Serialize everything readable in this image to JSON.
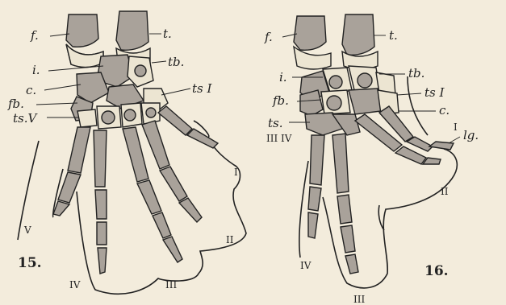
{
  "figures": [
    {
      "number": "15.",
      "labels": {
        "f": "f.",
        "t": "t.",
        "i": "i.",
        "tb": "tb.",
        "c": "c.",
        "ts_I": "ts I",
        "fb": "fb.",
        "ts_V": "ts.V"
      },
      "digits": [
        "I",
        "II",
        "III",
        "IV",
        "V"
      ]
    },
    {
      "number": "16.",
      "labels": {
        "f": "f.",
        "t": "t.",
        "i": "i.",
        "tb": "tb.",
        "ts_I": "ts I",
        "fb": "fb.",
        "c": "c.",
        "ts": "ts.",
        "lg": "lg.",
        "III_IV": "III IV"
      },
      "digits": [
        "I",
        "II",
        "III",
        "IV"
      ]
    }
  ]
}
